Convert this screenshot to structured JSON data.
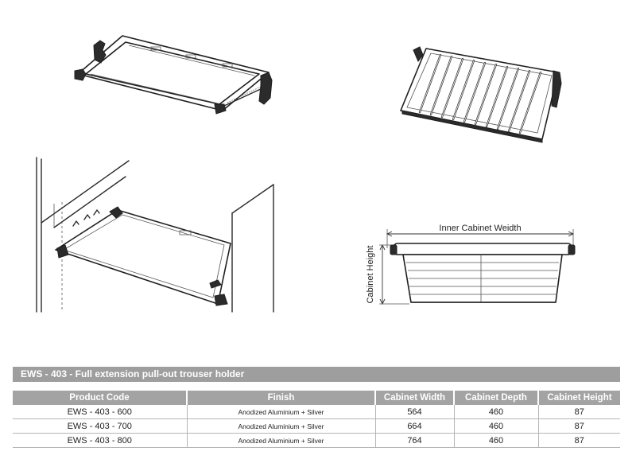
{
  "product": {
    "title": "EWS - 403 - Full extension pull-out trouser holder"
  },
  "diagram": {
    "width_label": "Inner Cabinet Weidth",
    "height_label": "Cabinet Height"
  },
  "table": {
    "headers": [
      "Product Code",
      "Finish",
      "Cabinet Width",
      "Cabinet Depth",
      "Cabinet Height"
    ],
    "rows": [
      [
        "EWS - 403 - 600",
        "Anodized Aluminium + Silver",
        "564",
        "460",
        "87"
      ],
      [
        "EWS - 403 - 700",
        "Anodized Aluminium + Silver",
        "664",
        "460",
        "87"
      ],
      [
        "EWS - 403 - 800",
        "Anodized Aluminium + Silver",
        "764",
        "460",
        "87"
      ]
    ]
  },
  "colors": {
    "header_bg": "#a3a3a3",
    "title_bg": "#9e9e9e",
    "line": "#2a2a2a"
  }
}
